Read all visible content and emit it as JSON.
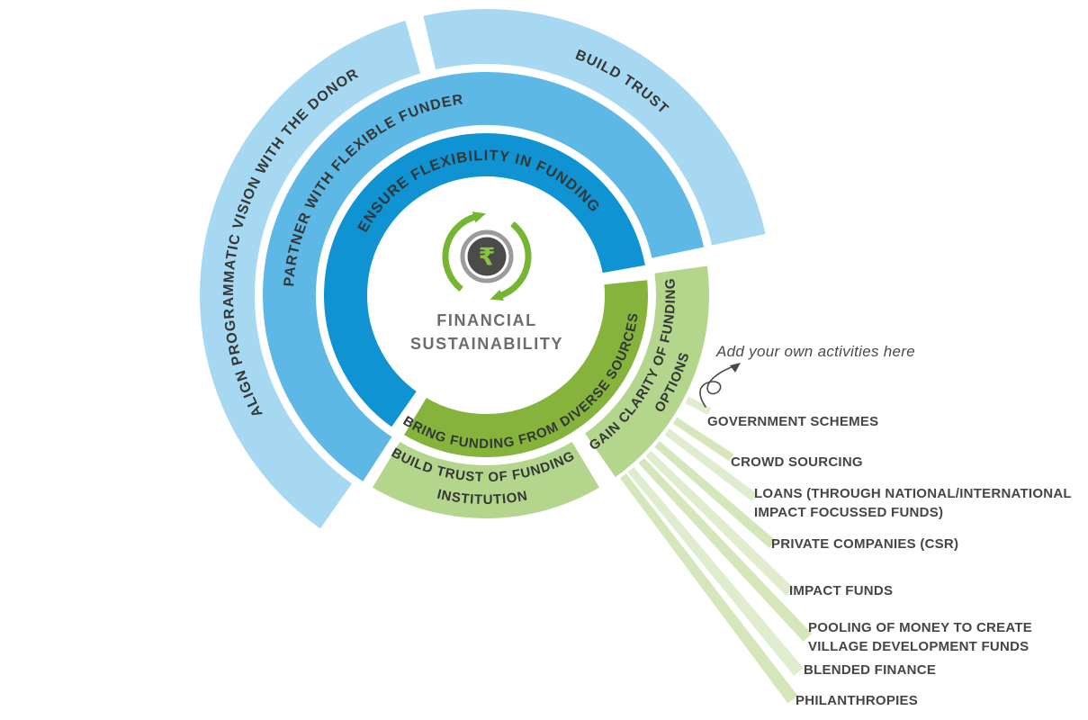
{
  "figure": {
    "center": {
      "title": "FINANCIAL\nSUSTAINABILITY",
      "currency_symbol": "₹"
    },
    "segments": {
      "ensure": {
        "label": "ENSURE FLEXIBILITY IN FUNDING"
      },
      "bring": {
        "label": "BRING FUNDING FROM DIVERSE SOURCES"
      },
      "partner": {
        "label": "PARTNER WITH FLEXIBLE FUNDER"
      },
      "gain": {
        "label_line1": "GAIN CLARITY OF FUNDING",
        "label_line2": "OPTIONS"
      },
      "build_trust_institution": {
        "label_line1": "BUILD TRUST OF FUNDING",
        "label_line2": "INSTITUTION"
      },
      "align": {
        "label": "ALIGN PROGRAMMATIC VISION WITH THE DONOR"
      },
      "build_trust": {
        "label": "BUILD TRUST"
      }
    },
    "annotation": {
      "text": "Add your own activities here"
    },
    "funding_sources": [
      {
        "label": "GOVERNMENT SCHEMES"
      },
      {
        "label": "CROWD SOURCING"
      },
      {
        "label": "LOANS (THROUGH NATIONAL/INTERNATIONAL\nIMPACT FOCUSSED FUNDS)"
      },
      {
        "label": "PRIVATE COMPANIES (CSR)"
      },
      {
        "label": "IMPACT FUNDS"
      },
      {
        "label": "POOLING OF MONEY TO CREATE\nVILLAGE DEVELOPMENT FUNDS"
      },
      {
        "label": "BLENDED FINANCE"
      },
      {
        "label": "PHILANTHROPIES"
      }
    ],
    "colors": {
      "ring_inner_blue": "#0f93d3",
      "ring_mid_blue": "#5eb8e5",
      "ring_outer_blue": "#a7d8f2",
      "olive_green": "#85b33c",
      "light_green": "#b4d58c",
      "ray_green": "#d6e6bb",
      "ray_green_alt": "#dfecce",
      "arc_text": "#333735",
      "label_text": "#454543",
      "title_text": "#6b6c6e",
      "annotation_ink": "#4a4a49",
      "icon_arrow_green": "#74b632",
      "icon_rupee_green": "#8bc53f",
      "icon_ring_gray": "#9c9b9b",
      "icon_disc_dark": "#4b4b49"
    }
  }
}
